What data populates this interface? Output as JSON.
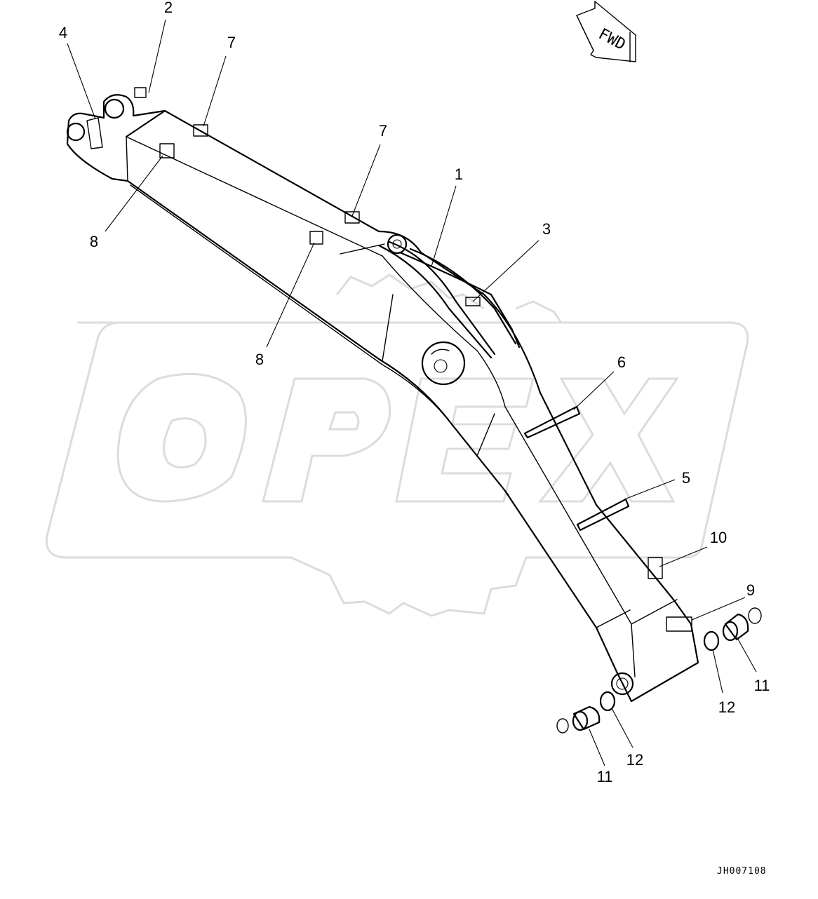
{
  "diagram": {
    "drawing_code": "JH007108",
    "direction_marker": "FWD",
    "watermark": "OPEX",
    "callouts": [
      {
        "id": "c2",
        "label": "2"
      },
      {
        "id": "c4",
        "label": "4"
      },
      {
        "id": "c7a",
        "label": "7"
      },
      {
        "id": "c7b",
        "label": "7"
      },
      {
        "id": "c1",
        "label": "1"
      },
      {
        "id": "c3",
        "label": "3"
      },
      {
        "id": "c8a",
        "label": "8"
      },
      {
        "id": "c8b",
        "label": "8"
      },
      {
        "id": "c6",
        "label": "6"
      },
      {
        "id": "c5",
        "label": "5"
      },
      {
        "id": "c10",
        "label": "10"
      },
      {
        "id": "c9",
        "label": "9"
      },
      {
        "id": "c11a",
        "label": "11"
      },
      {
        "id": "c12a",
        "label": "12"
      },
      {
        "id": "c11b",
        "label": "11"
      },
      {
        "id": "c12b",
        "label": "12"
      }
    ]
  }
}
